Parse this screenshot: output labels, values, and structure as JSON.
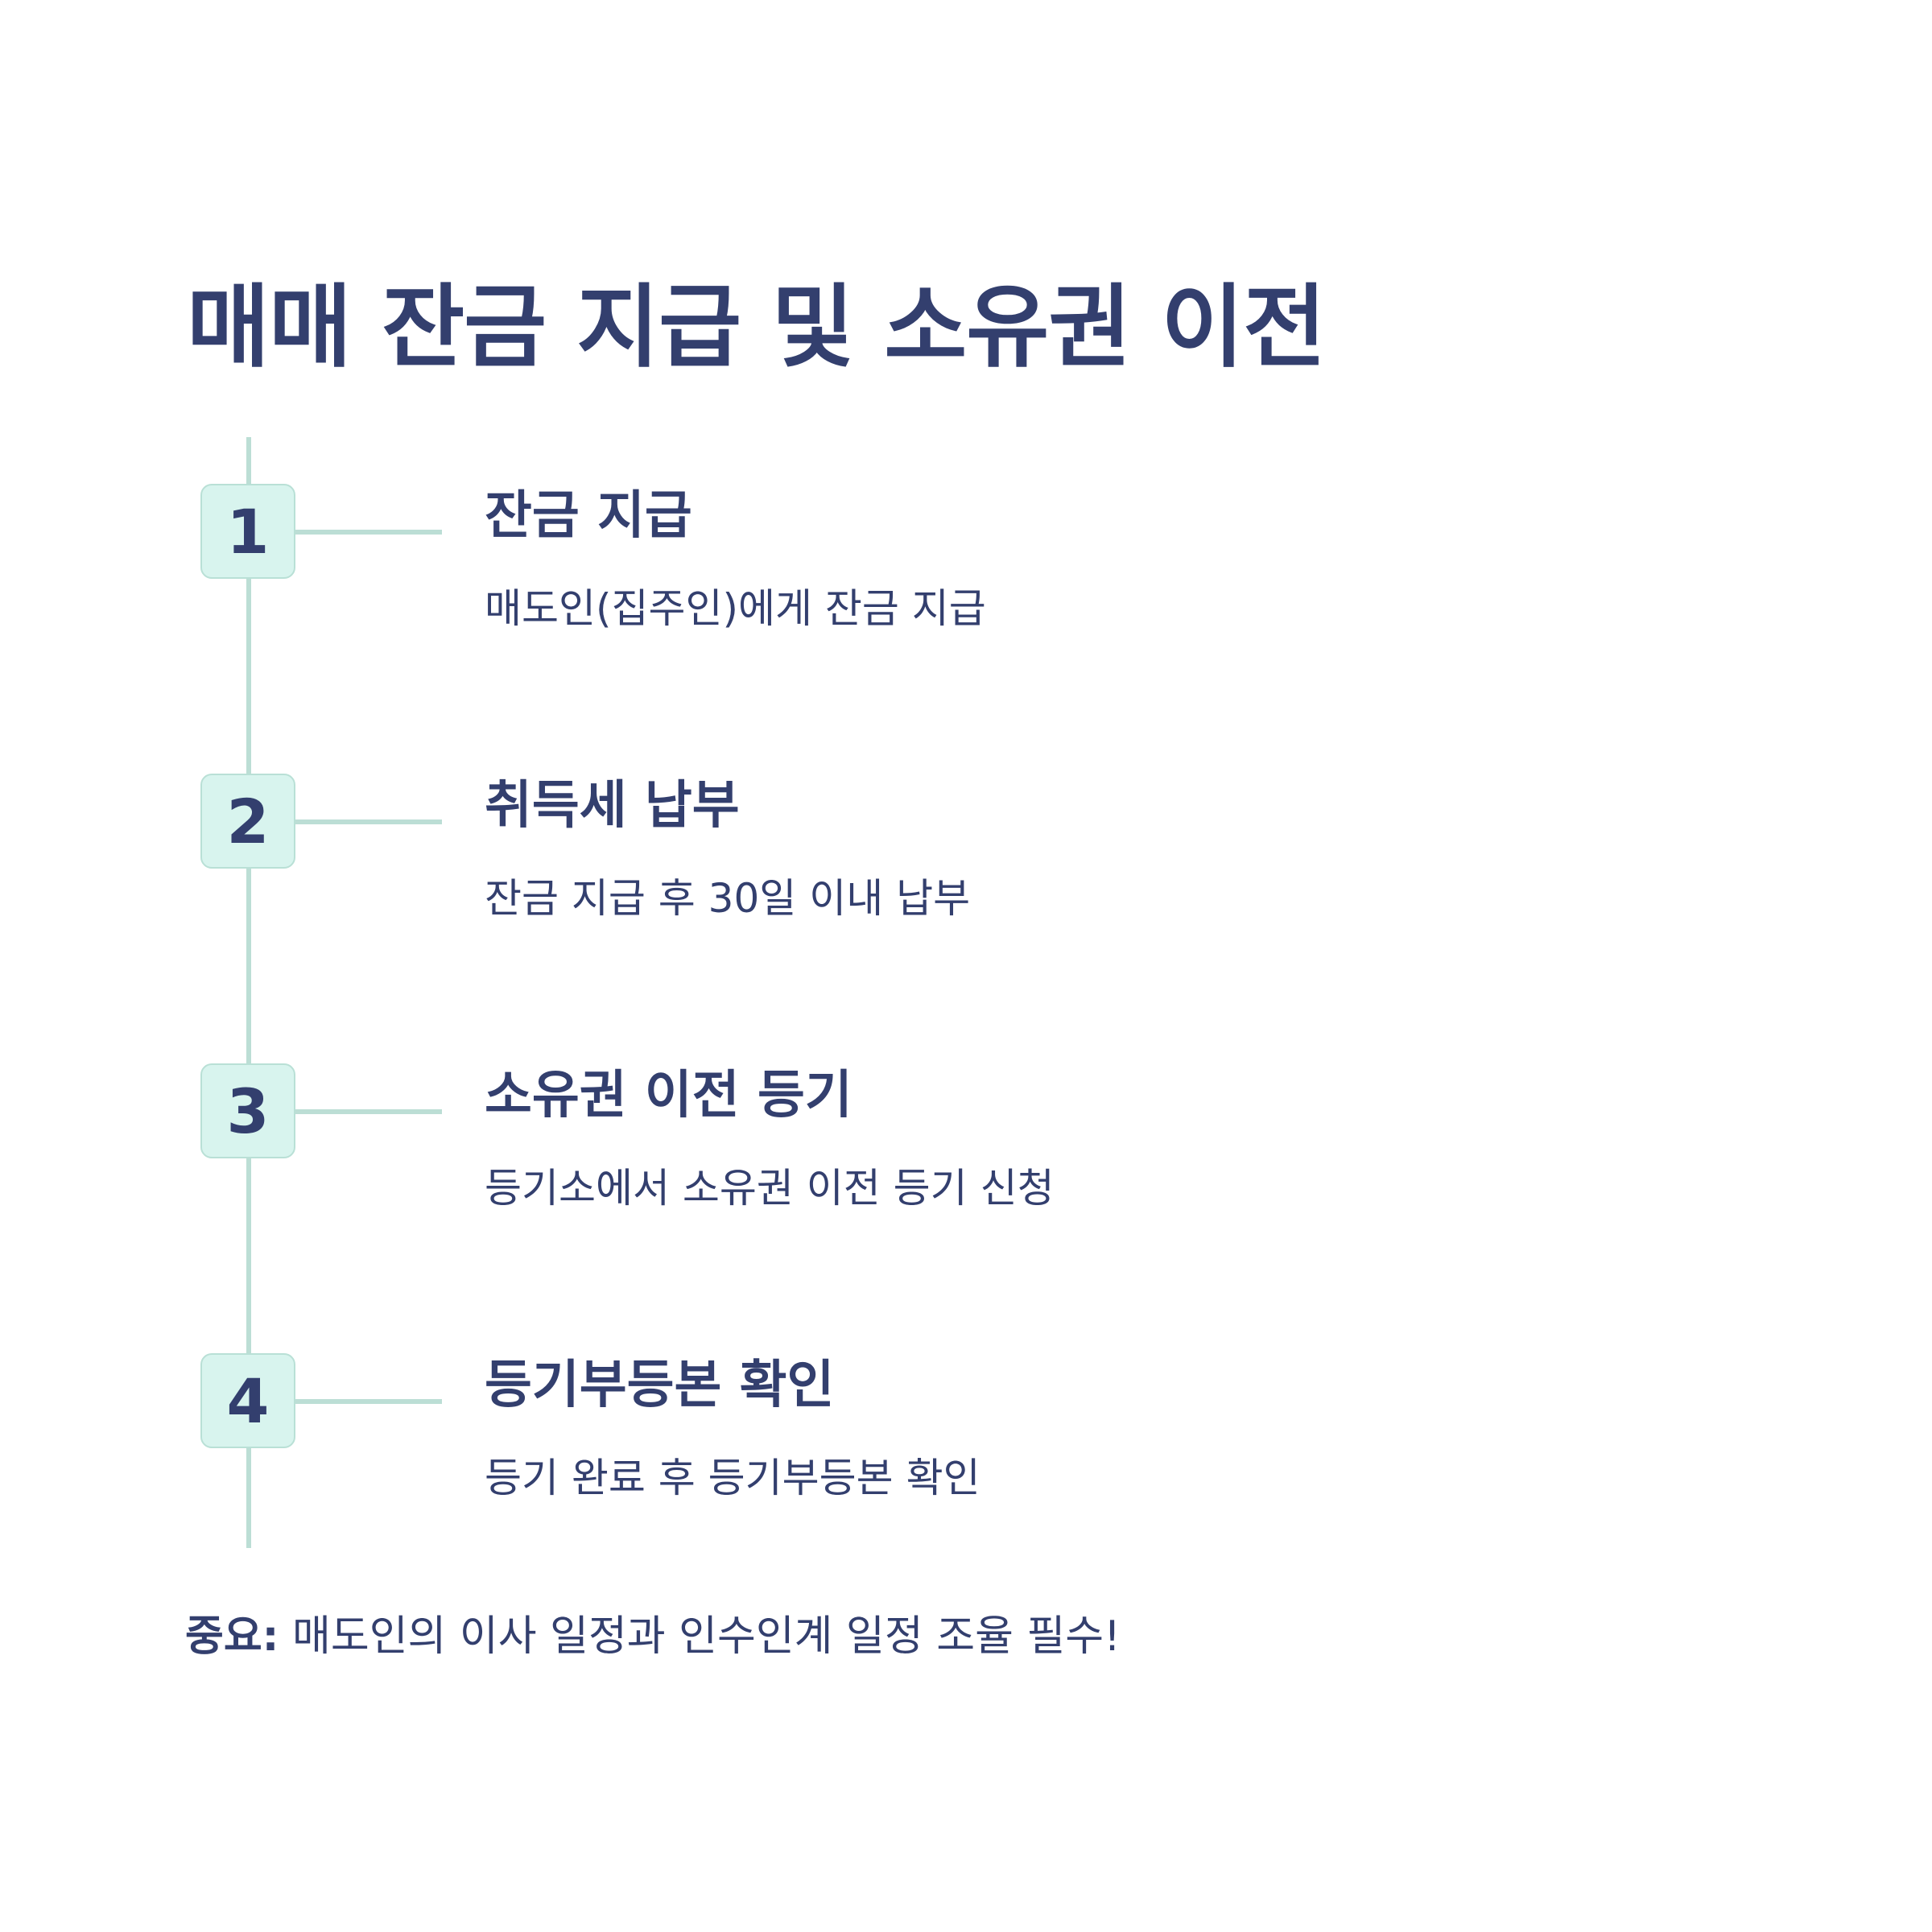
{
  "title": "매매 잔금 지급 및 소유권 이전",
  "steps": [
    {
      "number": "1",
      "title": "잔금 지급",
      "description": "매도인(집주인)에게 잔금 지급"
    },
    {
      "number": "2",
      "title": "취득세 납부",
      "description": "잔금 지급 후 30일 이내 납부"
    },
    {
      "number": "3",
      "title": "소유권 이전 등기",
      "description": "등기소에서 소유권 이전 등기 신청"
    },
    {
      "number": "4",
      "title": "등기부등본 확인",
      "description": "등기 완료 후 등기부등본 확인"
    }
  ],
  "note": {
    "label": "중요:",
    "text": "매도인의 이사 일정과 인수인계 일정 조율 필수!"
  },
  "colors": {
    "text": "#333f6e",
    "accent": "#bcded5",
    "badge_bg": "#d8f4ee"
  }
}
